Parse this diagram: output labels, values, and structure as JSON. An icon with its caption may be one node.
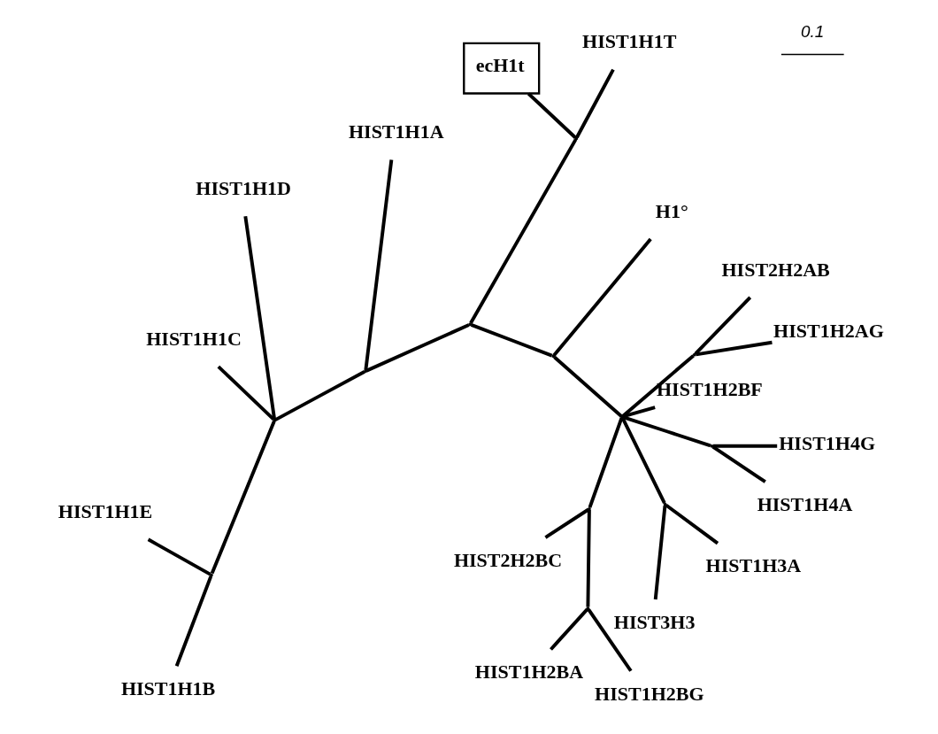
{
  "diagram": {
    "nodes": [
      {
        "text": [
          "HIST1H1T"
        ]
      },
      {
        "text": [
          "ecH1t"
        ]
      },
      {
        "text": [
          "HIST1H1A"
        ]
      },
      {
        "text": [
          "HIST1H1E"
        ]
      },
      {
        "text": [
          "HIST1H1B"
        ]
      },
      {
        "text": [
          "H1°"
        ]
      },
      {
        "text": [
          "HIST1H1D"
        ]
      },
      {
        "text": [
          "HIST1H1C"
        ]
      },
      {
        "text": [
          "HIST1H2AG"
        ]
      },
      {
        "text": [
          "HIST2H2AB"
        ]
      },
      {
        "text": [
          "HIST1H2BF"
        ]
      },
      {
        "text": [
          "HIST1H2BA"
        ]
      },
      {
        "text": [
          "HIST3H3"
        ]
      },
      {
        "text": [
          "HIST1H3A"
        ]
      },
      {
        "text": [
          "HIST1H2BG"
        ]
      },
      {
        "text": [
          "HIST2H2BC"
        ]
      },
      {
        "text": [
          "HIST1H4A"
        ]
      },
      {
        "text": [
          "HIST1H4G"
        ]
      },
      {
        "text": [],
        "shape": "point"
      },
      {
        "text": [],
        "shape": "point"
      },
      {
        "text": [],
        "shape": "point"
      },
      {
        "text": [],
        "shape": "point"
      },
      {
        "text": [],
        "shape": "point"
      },
      {
        "text": [],
        "shape": "point"
      },
      {
        "text": [],
        "shape": "point"
      },
      {
        "text": [],
        "shape": "point"
      },
      {
        "text": [],
        "shape": "point"
      },
      {
        "text": [],
        "shape": "point"
      },
      {
        "text": [],
        "shape": "point"
      },
      {
        "text": [],
        "shape": "point"
      }
    ],
    "edges": [
      {
        "from": 25,
        "to": 24,
        "arrow": "none"
      },
      {
        "from": 24,
        "to": 5,
        "arrow": "none"
      },
      {
        "from": 24,
        "to": 22,
        "arrow": "none"
      },
      {
        "from": 22,
        "to": 19,
        "arrow": "none"
      },
      {
        "from": 19,
        "to": 0,
        "arrow": "none"
      },
      {
        "from": 19,
        "to": 1,
        "arrow": "none"
      },
      {
        "from": 22,
        "to": 21,
        "arrow": "none"
      },
      {
        "from": 21,
        "to": 2,
        "arrow": "none"
      },
      {
        "from": 21,
        "to": 20,
        "arrow": "none"
      },
      {
        "from": 20,
        "to": 18,
        "arrow": "none"
      },
      {
        "from": 18,
        "to": 3,
        "arrow": "none"
      },
      {
        "from": 18,
        "to": 4,
        "arrow": "none"
      },
      {
        "from": 20,
        "to": 6,
        "arrow": "none"
      },
      {
        "from": 20,
        "to": 7,
        "arrow": "none"
      },
      {
        "from": 25,
        "to": 23,
        "arrow": "none"
      },
      {
        "from": 23,
        "to": 8,
        "arrow": "none"
      },
      {
        "from": 23,
        "to": 9,
        "arrow": "none"
      },
      {
        "from": 25,
        "to": 10,
        "arrow": "none"
      },
      {
        "from": 25,
        "to": 28,
        "arrow": "none"
      },
      {
        "from": 28,
        "to": 12,
        "arrow": "none"
      },
      {
        "from": 28,
        "to": 13,
        "arrow": "none"
      },
      {
        "from": 25,
        "to": 29,
        "arrow": "none"
      },
      {
        "from": 29,
        "to": 17,
        "arrow": "none"
      },
      {
        "from": 29,
        "to": 16,
        "arrow": "none"
      },
      {
        "from": 25,
        "to": 26,
        "arrow": "none"
      },
      {
        "from": 26,
        "to": 15,
        "arrow": "none"
      },
      {
        "from": 26,
        "to": 27,
        "arrow": "none"
      },
      {
        "from": 27,
        "to": 11,
        "arrow": "none"
      },
      {
        "from": 27,
        "to": 14,
        "arrow": "none"
      }
    ],
    "labels": [
      "0.1"
    ]
  }
}
